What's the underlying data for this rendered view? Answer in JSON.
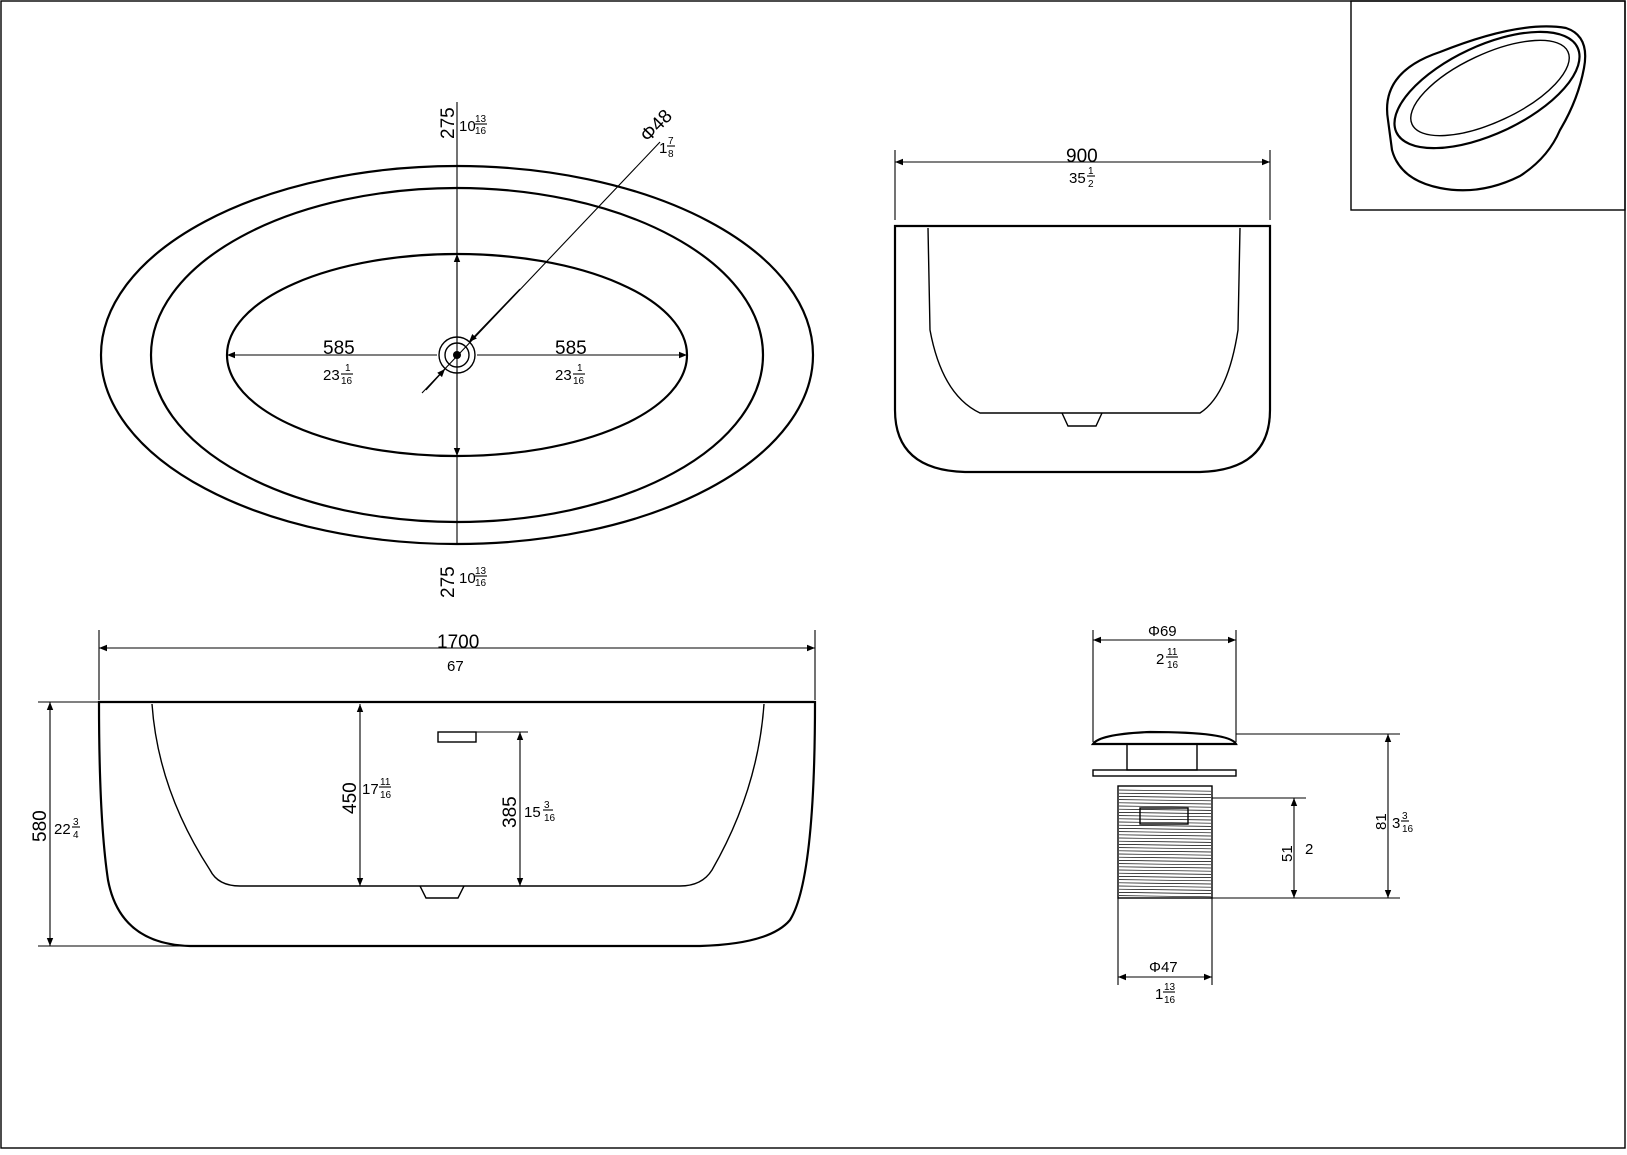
{
  "top_view": {
    "half_width_top": "275",
    "half_width_top_in_whole": "10",
    "half_width_top_in_num": "13",
    "half_width_top_in_den": "16",
    "half_width_bottom": "275",
    "half_width_bottom_in_whole": "10",
    "half_width_bottom_in_num": "13",
    "half_width_bottom_in_den": "16",
    "drain_dia": "Φ48",
    "drain_dia_in_whole": "1",
    "drain_dia_in_num": "7",
    "drain_dia_in_den": "8",
    "left_len": "585",
    "left_len_in_whole": "23",
    "left_len_in_num": "1",
    "left_len_in_den": "16",
    "right_len": "585",
    "right_len_in_whole": "23",
    "right_len_in_num": "1",
    "right_len_in_den": "16"
  },
  "side_view": {
    "width": "900",
    "width_in_whole": "35",
    "width_in_num": "1",
    "width_in_den": "2"
  },
  "front_view": {
    "length": "1700",
    "length_in": "67",
    "height": "580",
    "height_in_whole": "22",
    "height_in_num": "3",
    "height_in_den": "4",
    "inner_depth": "450",
    "inner_depth_in_whole": "17",
    "inner_depth_in_num": "11",
    "inner_depth_in_den": "16",
    "overflow_height": "385",
    "overflow_height_in_whole": "15",
    "overflow_height_in_num": "3",
    "overflow_height_in_den": "16"
  },
  "drain_detail": {
    "cap_dia": "Φ69",
    "cap_dia_in_whole": "2",
    "cap_dia_in_num": "11",
    "cap_dia_in_den": "16",
    "total_height": "81",
    "total_height_in_whole": "3",
    "total_height_in_num": "3",
    "total_height_in_den": "16",
    "body_height": "51",
    "body_height_in": "2",
    "body_dia": "Φ47",
    "body_dia_in_whole": "1",
    "body_dia_in_num": "13",
    "body_dia_in_den": "16"
  }
}
